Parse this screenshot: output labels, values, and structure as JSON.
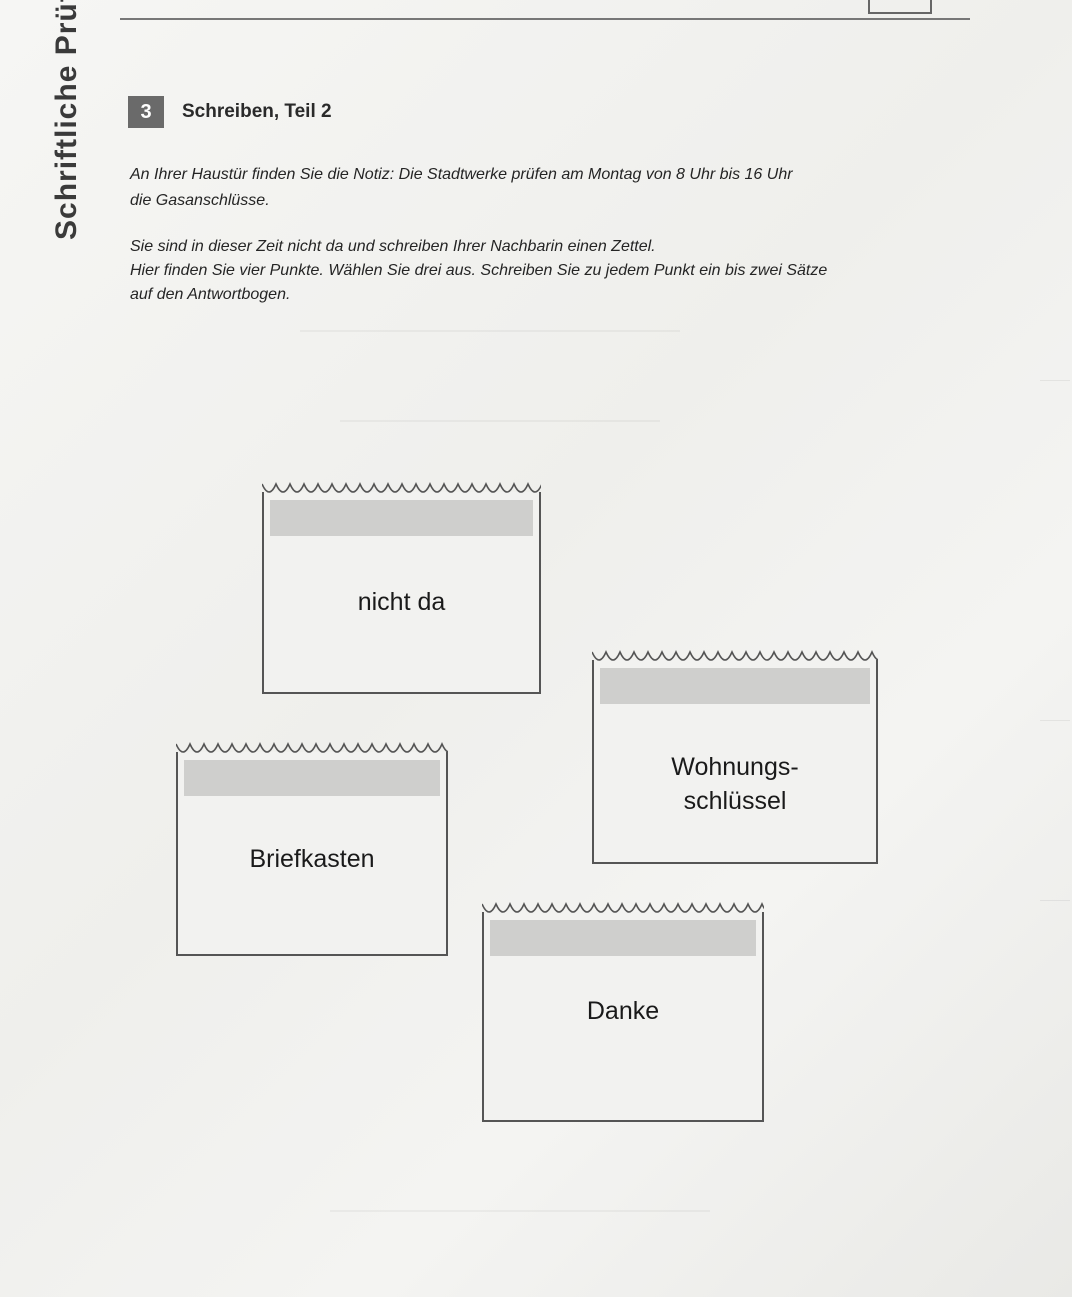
{
  "side_label": "Schriftliche Prüfun",
  "section": {
    "number": "3",
    "title": "Schreiben, Teil 2"
  },
  "instructions": {
    "line1": "An Ihrer Haustür finden Sie die Notiz: Die Stadtwerke prüfen am Montag von 8 Uhr bis 16 Uhr",
    "line2": "die Gasanschlüsse.",
    "line3": "Sie sind in dieser Zeit nicht da und schreiben Ihrer Nachbarin einen Zettel.",
    "line4": "Hier finden Sie vier Punkte. Wählen Sie drei aus. Schreiben Sie zu jedem Punkt ein bis zwei Sätze",
    "line5": "auf den Antwortbogen."
  },
  "notes": [
    {
      "id": "nicht-da",
      "lines": [
        "nicht da"
      ]
    },
    {
      "id": "wohnungsschluessel",
      "lines": [
        "Wohnungs-",
        "schlüssel"
      ]
    },
    {
      "id": "briefkasten",
      "lines": [
        "Briefkasten"
      ]
    },
    {
      "id": "danke",
      "lines": [
        "Danke"
      ]
    }
  ],
  "colors": {
    "paper": "#f3f3f1",
    "section_badge": "#6a6a6a",
    "note_bar": "#cfcfcd",
    "ink": "#1e1e1e"
  }
}
